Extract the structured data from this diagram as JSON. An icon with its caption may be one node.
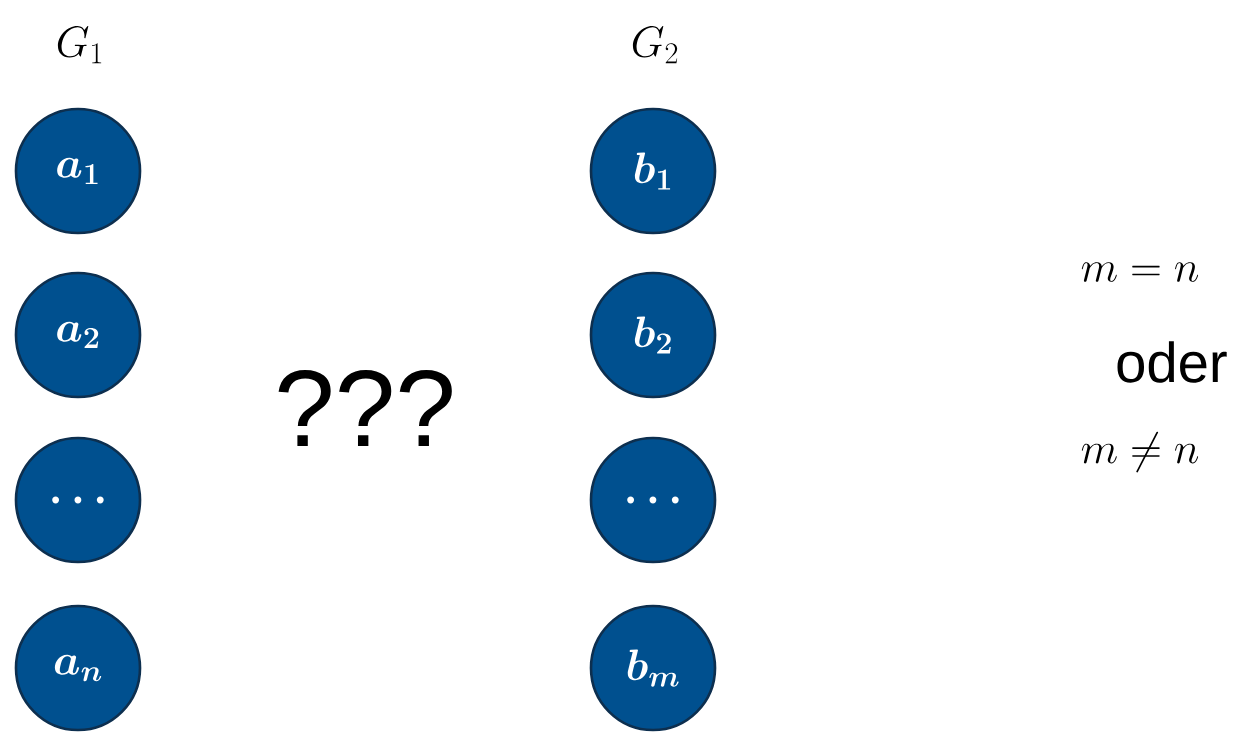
{
  "diagram": {
    "nodes": [
      {
        "text": [
          "a_1"
        ]
      },
      {
        "text": [
          "a_2"
        ]
      },
      {
        "text": [
          "\\ldots"
        ]
      },
      {
        "text": [
          "a_n"
        ]
      },
      {
        "text": [
          "b_1"
        ]
      },
      {
        "text": [
          "b_2"
        ]
      },
      {
        "text": [
          "\\ldots"
        ]
      },
      {
        "text": [
          "b_m"
        ]
      }
    ],
    "labels": [
      "G_1",
      "G_2",
      "???",
      "m = n",
      "oder",
      "m \\neq n"
    ]
  }
}
